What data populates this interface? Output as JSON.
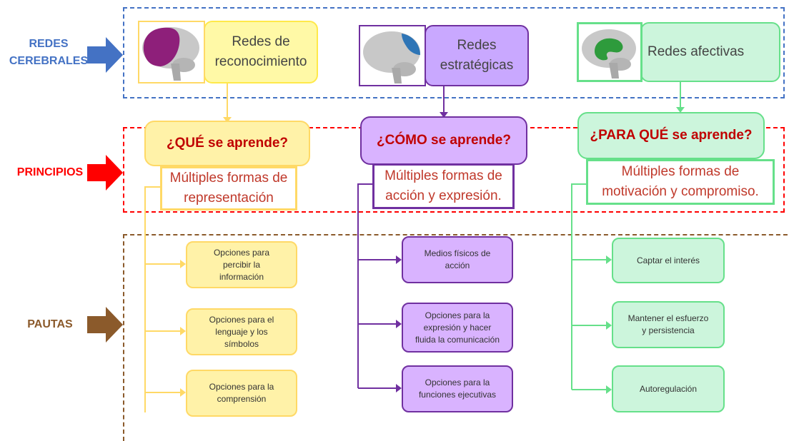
{
  "rows": {
    "redes": {
      "label_line1": "REDES",
      "label_line2": "CEREBRALES",
      "color": "#4472c4"
    },
    "principios": {
      "label": "PRINCIPIOS",
      "color": "#ff0000"
    },
    "pautas": {
      "label": "PAUTAS",
      "color": "#8b5a2b"
    }
  },
  "columns": [
    {
      "network": {
        "line1": "Redes de",
        "line2": "reconocimiento"
      },
      "question": "¿QUÉ se aprende?",
      "principle": {
        "line1": "Múltiples formas de",
        "line2": "representación"
      },
      "guidelines": [
        {
          "lines": [
            "Opciones para",
            "percibir la",
            "información"
          ]
        },
        {
          "lines": [
            "Opciones para el",
            "lenguaje y los",
            "símbolos"
          ]
        },
        {
          "lines": [
            "Opciones para la",
            "comprensión"
          ]
        }
      ],
      "colors": {
        "border": "#ffd966",
        "fill": "#fff2a8",
        "line": "#ffd966",
        "brain": "#8e1f7a"
      }
    },
    {
      "network": {
        "line1": "Redes",
        "line2": "estratégicas"
      },
      "question": "¿CÓMO se aprende?",
      "principle": {
        "line1": "Múltiples formas de",
        "line2": "acción y expresión."
      },
      "guidelines": [
        {
          "lines": [
            "Medios físicos de",
            "acción"
          ]
        },
        {
          "lines": [
            "Opciones para la",
            "expresión y hacer",
            "fluida la comunicación"
          ]
        },
        {
          "lines": [
            "Opciones para la",
            "funciones ejecutivas"
          ]
        }
      ],
      "colors": {
        "border": "#7030a0",
        "fill": "#d9b3ff",
        "line": "#7030a0",
        "brain": "#2e75b6"
      }
    },
    {
      "network": {
        "line1": "Redes afectivas",
        "line2": ""
      },
      "question": "¿PARA QUÉ se aprende?",
      "principle": {
        "line1": "Múltiples formas de",
        "line2": "motivación y compromiso."
      },
      "guidelines": [
        {
          "lines": [
            "Captar el interés"
          ]
        },
        {
          "lines": [
            "Mantener el esfuerzo",
            "y persistencia"
          ]
        },
        {
          "lines": [
            "Autoregulación"
          ]
        }
      ],
      "colors": {
        "border": "#66e08a",
        "fill": "#ccf5dc",
        "line": "#66e08a",
        "brain": "#2e9b3c"
      }
    }
  ]
}
